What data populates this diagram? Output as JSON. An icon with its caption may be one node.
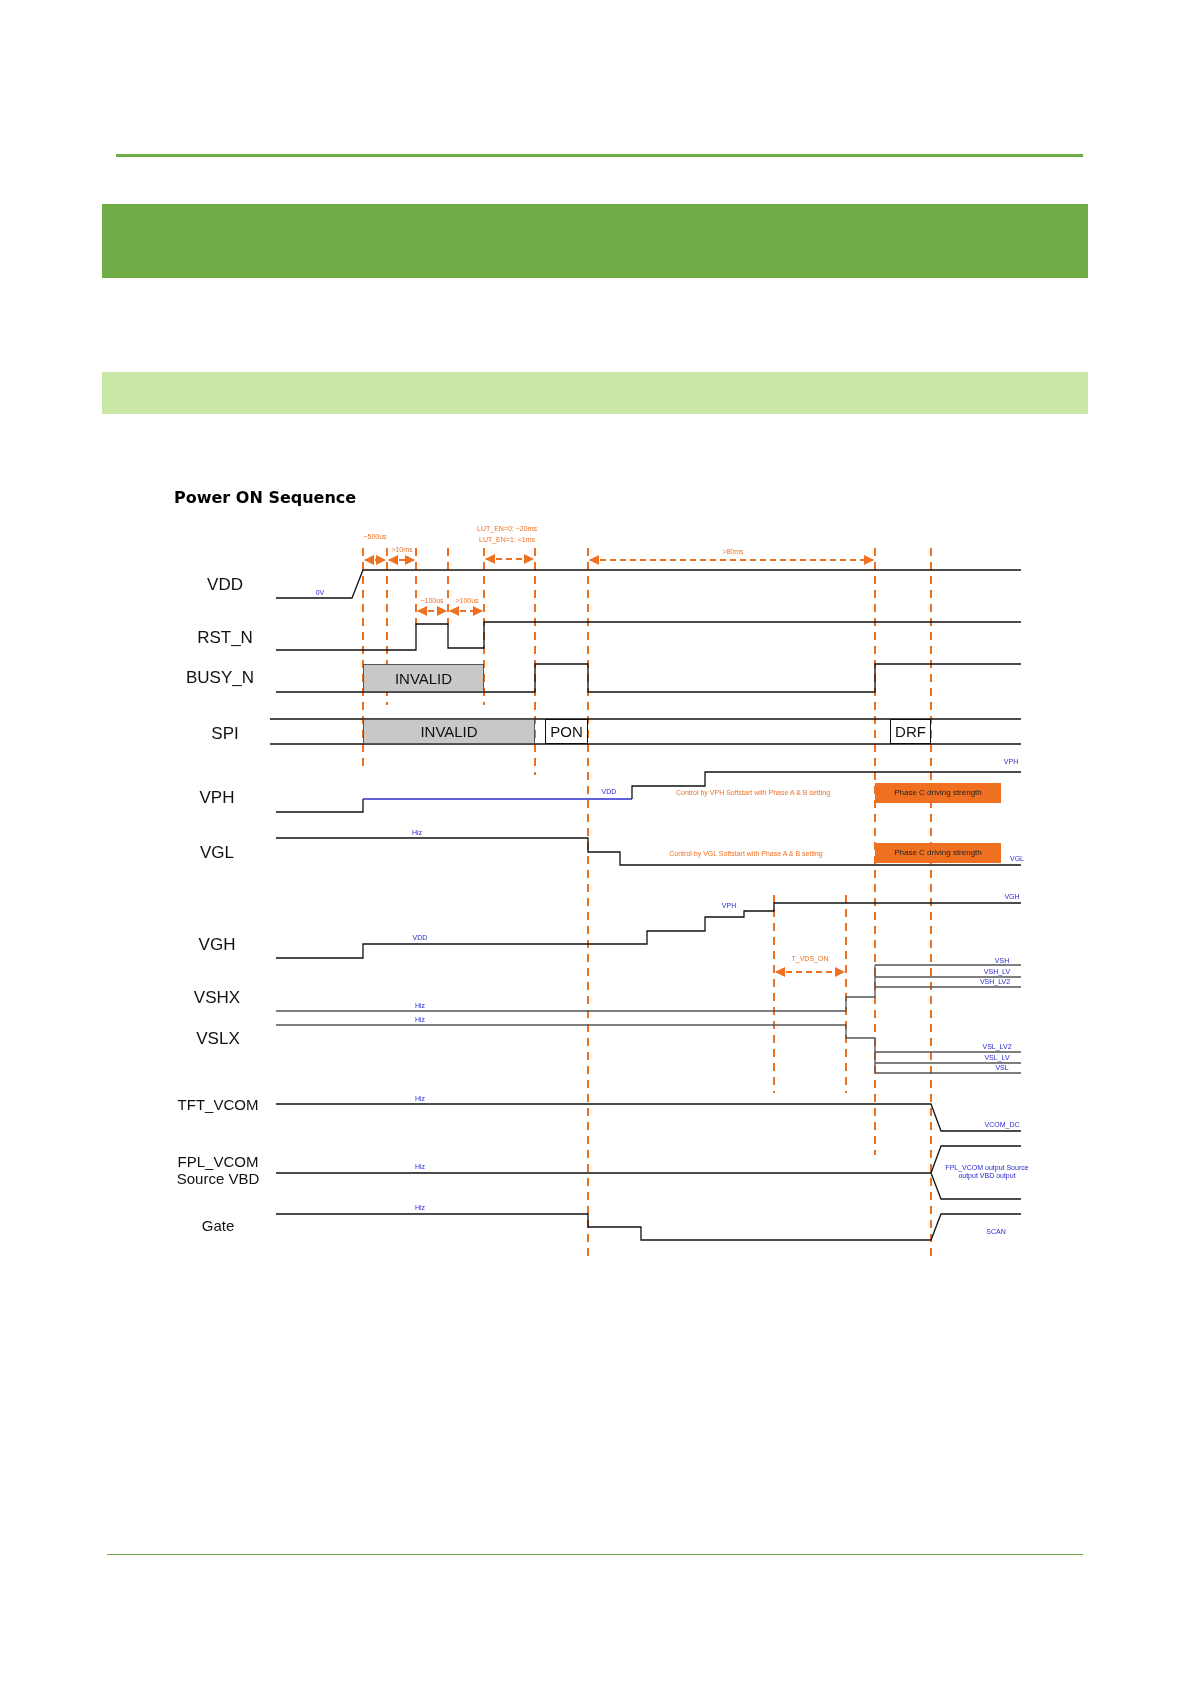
{
  "diagram": {
    "title": "Power ON Sequence",
    "nodes": [
      {
        "text": [],
        "shape": "bar"
      },
      {
        "text": [],
        "shape": "bar"
      },
      {
        "text": [
          "INVALID"
        ]
      },
      {
        "text": [
          "INVALID"
        ]
      },
      {
        "text": [
          "PON"
        ]
      },
      {
        "text": [
          "DRF"
        ]
      },
      {
        "text": [
          "Phase C driving strength"
        ]
      },
      {
        "text": [
          "Phase C driving strength"
        ]
      }
    ],
    "labels": [
      "~500us",
      "LUT_EN=0: ~20ms",
      "LUT_EN=1: <1ms",
      ">10ms",
      ">80ms",
      "VDD",
      "0V",
      "~100us",
      ">100us",
      "RST_N",
      "BUSY_N",
      "SPI",
      "VPH",
      "VPH",
      "VDD",
      "Control by VPH Softstart with Phase A & B setting",
      "VGL",
      "Hiz",
      "Control by VGL Softstart with Phase A & B setting",
      "VGL",
      "VGH",
      "VPH",
      "VGH",
      "VDD",
      "T_VDS_ON",
      "VSH",
      "VSH_LV",
      "VSH_LV2",
      "VSHX",
      "Hiz",
      "Hiz",
      "VSLX",
      "VSL_LV2",
      "VSL_LV",
      "VSL",
      "TFT_VCOM",
      "Hiz",
      "VCOM_DC",
      "FPL_VCOM Source VBD",
      "Hiz",
      "FPL_VCOM output Source output VBD output",
      "Gate",
      "Hiz",
      "SCAN"
    ]
  }
}
